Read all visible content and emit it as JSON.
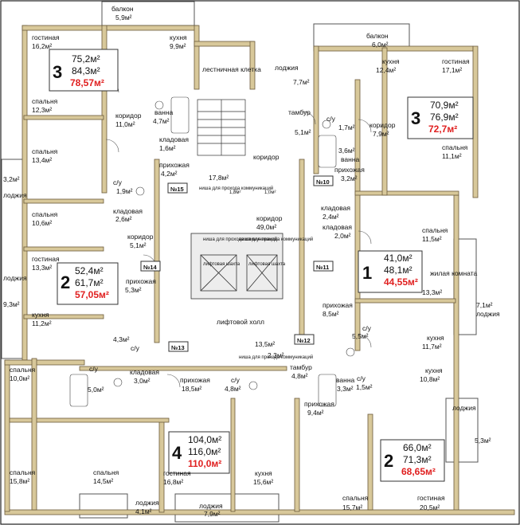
{
  "colors": {
    "wall": "#6b5a3a",
    "wall_fill": "#d8c89a",
    "line": "#222222",
    "price_red": "#e02020",
    "panel_border": "#333333"
  },
  "units": [
    {
      "id": "u1",
      "no": "№10"
    },
    {
      "id": "u2",
      "no": "№11"
    },
    {
      "id": "u3",
      "no": "№12"
    },
    {
      "id": "u4",
      "no": "№13"
    },
    {
      "id": "u5",
      "no": "№14"
    },
    {
      "id": "u6",
      "no": "№15"
    }
  ],
  "apartments": [
    {
      "id": "apt3a",
      "rooms": "3",
      "area1": "75,2м²",
      "area2": "84,3м²",
      "area3": "78,57м²"
    },
    {
      "id": "apt3b",
      "rooms": "3",
      "area1": "70,9м²",
      "area2": "76,9м²",
      "area3": "72,7м²"
    },
    {
      "id": "apt2a",
      "rooms": "2",
      "area1": "52,4м²",
      "area2": "61,7м²",
      "area3": "57,05м²"
    },
    {
      "id": "apt1",
      "rooms": "1",
      "area1": "41,0м²",
      "area2": "48,1м²",
      "area3": "44,55м²"
    },
    {
      "id": "apt4",
      "rooms": "4",
      "area1": "104,0м²",
      "area2": "116,0м²",
      "area3": "110,0м²"
    },
    {
      "id": "apt2b",
      "rooms": "2",
      "area1": "66,0м²",
      "area2": "71,3м²",
      "area3": "68,65м²"
    }
  ],
  "rooms": [
    {
      "id": "r1",
      "name": "балкон",
      "area": "5,9м²"
    },
    {
      "id": "r2",
      "name": "гостиная",
      "area": "16,2м²"
    },
    {
      "id": "r3",
      "name": "кухня",
      "area": "9,9м²"
    },
    {
      "id": "r4",
      "name": "лестничная клетка",
      "area": ""
    },
    {
      "id": "r5",
      "name": "лоджия",
      "area": "7,7м²"
    },
    {
      "id": "r6",
      "name": "балкон",
      "area": "6,0м²"
    },
    {
      "id": "r7",
      "name": "кухня",
      "area": "12,4м²"
    },
    {
      "id": "r8",
      "name": "гостиная",
      "area": "17,1м²"
    },
    {
      "id": "r9",
      "name": "спальня",
      "area": "12,3м²"
    },
    {
      "id": "r10",
      "name": "коридор",
      "area": "11,0м²"
    },
    {
      "id": "r11",
      "name": "ванна",
      "area": "4,7м²"
    },
    {
      "id": "r12",
      "name": "тамбур",
      "area": "5,1м²"
    },
    {
      "id": "r13",
      "name": "с/у",
      "area": "1,7м²"
    },
    {
      "id": "r14",
      "name": "коридор",
      "area": "7,9м²"
    },
    {
      "id": "r15",
      "name": "кладовая",
      "area": "1,6м²"
    },
    {
      "id": "r16",
      "name": "спальня",
      "area": "13,4м²"
    },
    {
      "id": "r17",
      "name": "ванна",
      "area": "3,6м²"
    },
    {
      "id": "r18",
      "name": "спальня",
      "area": "11,1м²"
    },
    {
      "id": "r19",
      "name": "коридор",
      "area": ""
    },
    {
      "id": "r20",
      "name": "прихожая",
      "area": "4,2м²"
    },
    {
      "id": "r21",
      "name": "прихожая",
      "area": "3,2м²"
    },
    {
      "id": "r22",
      "name": "",
      "area": "17,8м²"
    },
    {
      "id": "r23",
      "name": "",
      "area": "3,2м²"
    },
    {
      "id": "r24",
      "name": "с/у",
      "area": "1,9м²"
    },
    {
      "id": "r25",
      "name": "лоджия",
      "area": ""
    },
    {
      "id": "r26",
      "name": "кладовая",
      "area": "2,6м²"
    },
    {
      "id": "r27",
      "name": "кладовая",
      "area": "2,4м²"
    },
    {
      "id": "r28",
      "name": "коридор",
      "area": "49,0м²"
    },
    {
      "id": "r29",
      "name": "спальня",
      "area": "10,6м²"
    },
    {
      "id": "r30",
      "name": "кладовая",
      "area": "2,0м²"
    },
    {
      "id": "r31",
      "name": "спальня",
      "area": "11,5м²"
    },
    {
      "id": "r32",
      "name": "коридор",
      "area": "5,1м²"
    },
    {
      "id": "r33",
      "name": "гостиная",
      "area": "13,3м²"
    },
    {
      "id": "r34",
      "name": "жилая комната",
      "area": "13,3м²"
    },
    {
      "id": "r35",
      "name": "лоджия",
      "area": ""
    },
    {
      "id": "r36",
      "name": "прихожая",
      "area": "5,3м²"
    },
    {
      "id": "r37",
      "name": "лифтовой холл",
      "area": ""
    },
    {
      "id": "r38",
      "name": "прихожая",
      "area": "8,5м²"
    },
    {
      "id": "r39",
      "name": "лоджия",
      "area": "7,1м²"
    },
    {
      "id": "r40",
      "name": "",
      "area": "9,3м²"
    },
    {
      "id": "r41",
      "name": "кухня",
      "area": "11,2м²"
    },
    {
      "id": "r42",
      "name": "с/у",
      "area": "5,5м²"
    },
    {
      "id": "r43",
      "name": "кухня",
      "area": "11,7м²"
    },
    {
      "id": "r44",
      "name": "",
      "area": "4,3м²"
    },
    {
      "id": "r45",
      "name": "с/у",
      "area": ""
    },
    {
      "id": "r46",
      "name": "",
      "area": "13,5м²"
    },
    {
      "id": "r47",
      "name": "",
      "area": "2,3м²"
    },
    {
      "id": "r48",
      "name": "спальня",
      "area": "10,0м²"
    },
    {
      "id": "r49",
      "name": "с/у",
      "area": "5,0м²"
    },
    {
      "id": "r50",
      "name": "кладовая",
      "area": "3,0м²"
    },
    {
      "id": "r51",
      "name": "прихожая",
      "area": "18,5м²"
    },
    {
      "id": "r52",
      "name": "с/у",
      "area": "4,8м²"
    },
    {
      "id": "r53",
      "name": "тамбур",
      "area": "4,8м²"
    },
    {
      "id": "r54",
      "name": "ванна",
      "area": "3,3м²"
    },
    {
      "id": "r55",
      "name": "с/у",
      "area": "1,5м²"
    },
    {
      "id": "r56",
      "name": "кухня",
      "area": "10,8м²"
    },
    {
      "id": "r57",
      "name": "прихожая",
      "area": "9,4м²"
    },
    {
      "id": "r58",
      "name": "лоджия",
      "area": ""
    },
    {
      "id": "r59",
      "name": "спальня",
      "area": "15,8м²"
    },
    {
      "id": "r60",
      "name": "спальня",
      "area": "14,5м²"
    },
    {
      "id": "r61",
      "name": "гостиная",
      "area": "16,8м²"
    },
    {
      "id": "r62",
      "name": "кухня",
      "area": "15,6м²"
    },
    {
      "id": "r63",
      "name": "",
      "area": "5,3м²"
    },
    {
      "id": "r64",
      "name": "лоджия",
      "area": "4,1м²"
    },
    {
      "id": "r65",
      "name": "лоджия",
      "area": "7,9м²"
    },
    {
      "id": "r66",
      "name": "спальня",
      "area": "15,7м²"
    },
    {
      "id": "r67",
      "name": "гостиная",
      "area": "20,5м²"
    }
  ],
  "shafts": {
    "lift_shaft": "лифтовая шахта",
    "lift_shaft_small": "лифтовая шахта",
    "small_labels": [
      "ниша для прохода коммуникаций",
      "ниша для прохода коммуникаций",
      "ниша для прохода коммуникаций",
      "ниша для прохода коммуникаций"
    ],
    "small_areas": [
      "1,8м²",
      "1,0м²"
    ]
  }
}
